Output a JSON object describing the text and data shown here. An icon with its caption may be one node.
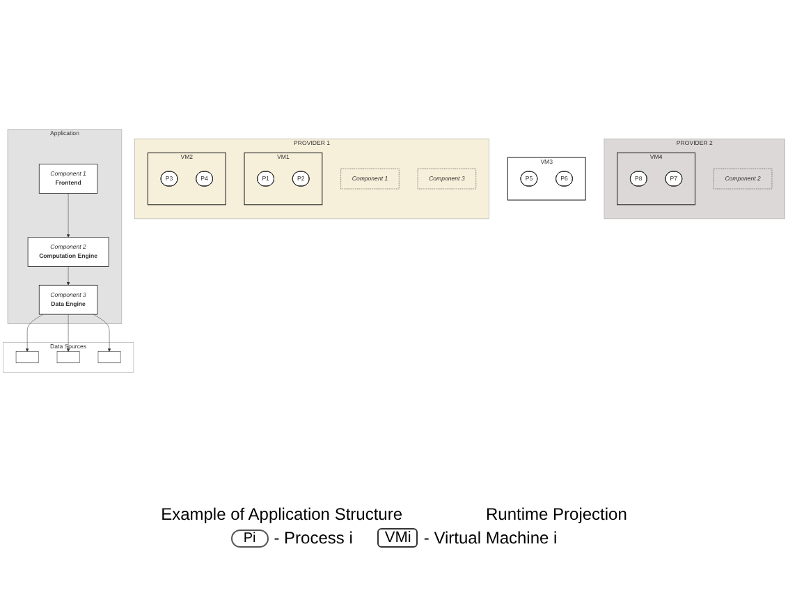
{
  "diagram": {
    "nodes": [
      {
        "text": [
          "Application"
        ]
      },
      {
        "text": [
          "Component 1",
          "Frontend"
        ],
        "in": 0
      },
      {
        "text": [
          "Component 2",
          "Computation Engine"
        ],
        "in": 0
      },
      {
        "text": [
          "Component 3",
          "Data Engine"
        ],
        "in": 0
      },
      {
        "text": [
          "Data Sources"
        ]
      },
      {
        "text": [],
        "shape": "box",
        "in": 4
      },
      {
        "text": [],
        "shape": "box",
        "in": 4
      },
      {
        "text": [],
        "shape": "box",
        "in": 4
      },
      {
        "text": [
          "PROVIDER 1"
        ]
      },
      {
        "text": [
          "VM1"
        ],
        "in": 8
      },
      {
        "text": [
          "P1"
        ],
        "in": 9
      },
      {
        "text": [
          "P2"
        ],
        "in": 9
      },
      {
        "text": [
          "Component 1"
        ],
        "in": 8
      },
      {
        "text": [
          "VM2"
        ],
        "in": 8
      },
      {
        "text": [
          "P3"
        ],
        "in": 13
      },
      {
        "text": [
          "P4"
        ],
        "in": 13
      },
      {
        "text": [
          "Component 3"
        ],
        "in": 8
      },
      {
        "text": [
          "VM3"
        ]
      },
      {
        "text": [
          "P5"
        ],
        "in": 17
      },
      {
        "text": [
          "P6"
        ],
        "in": 17
      },
      {
        "text": [
          "PROVIDER 2"
        ]
      },
      {
        "text": [
          "Component 2"
        ],
        "in": 20
      },
      {
        "text": [
          "VM4"
        ],
        "in": 20
      },
      {
        "text": [
          "P8"
        ],
        "in": 22
      },
      {
        "text": [
          "P7"
        ],
        "in": 22
      }
    ],
    "edges": [
      {
        "from": 1,
        "to": 2,
        "arrow": "to"
      },
      {
        "from": 2,
        "to": 3,
        "arrow": "to"
      },
      {
        "from": 3,
        "to": 5,
        "arrow": "to"
      },
      {
        "from": 3,
        "to": 6,
        "arrow": "to"
      },
      {
        "from": 3,
        "to": 7,
        "arrow": "to"
      }
    ],
    "labels": [
      "Example of Application Structure",
      "Runtime Projection",
      "Pi",
      "VMi"
    ],
    "legend": [
      {
        "text": "- Process i"
      },
      {
        "text": "- Virtual Machine i"
      }
    ]
  }
}
